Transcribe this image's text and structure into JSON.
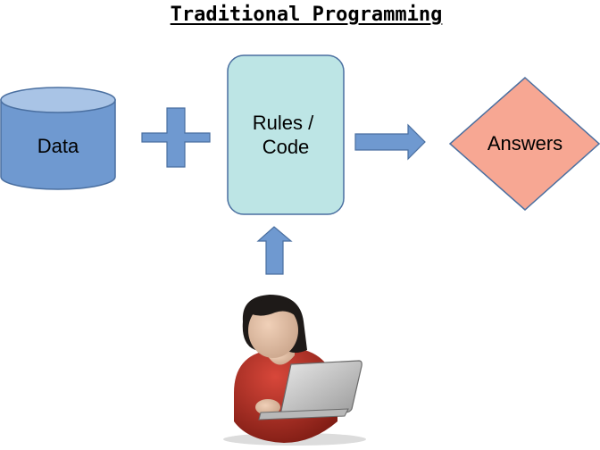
{
  "title": "Traditional Programming",
  "nodes": {
    "data": {
      "label": "Data",
      "shape": "cylinder-icon",
      "color": "#6f99d0"
    },
    "rules": {
      "label_line1": "Rules /",
      "label_line2": "Code",
      "shape": "rounded-rectangle",
      "color": "#bde5e5"
    },
    "answers": {
      "label": "Answers",
      "shape": "diamond",
      "color": "#f7a793"
    }
  },
  "connectors": {
    "plus": {
      "icon": "plus-icon",
      "color": "#6f99d0"
    },
    "arrow_right": {
      "icon": "arrow-right-icon",
      "color": "#6f99d0"
    },
    "arrow_up": {
      "icon": "arrow-up-icon",
      "color": "#6f99d0"
    }
  },
  "person": {
    "icon": "programmer-with-laptop-icon"
  }
}
